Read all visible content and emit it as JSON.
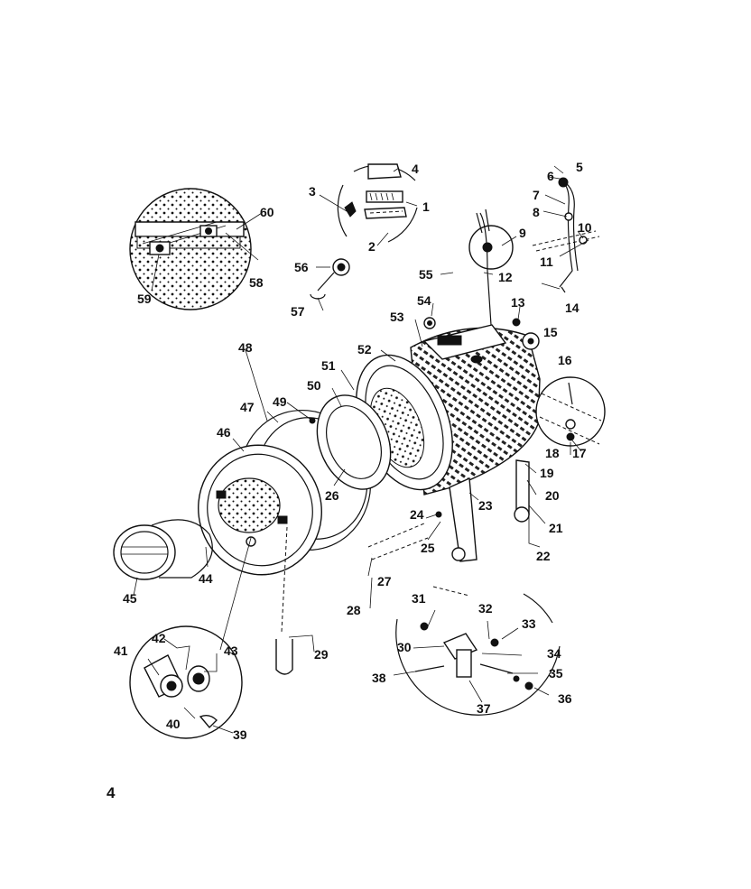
{
  "page_number": "4",
  "callouts": {
    "c1": "1",
    "c2": "2",
    "c3": "3",
    "c4": "4",
    "c5": "5",
    "c6": "6",
    "c7": "7",
    "c8": "8",
    "c9": "9",
    "c10": "10",
    "c11": "11",
    "c12": "12",
    "c13": "13",
    "c14": "14",
    "c15": "15",
    "c16": "16",
    "c17": "17",
    "c18": "18",
    "c19": "19",
    "c20": "20",
    "c21": "21",
    "c22": "22",
    "c23": "23",
    "c24": "24",
    "c25": "25",
    "c26": "26",
    "c27": "27",
    "c28": "28",
    "c29": "29",
    "c30": "30",
    "c31": "31",
    "c32": "32",
    "c33": "33",
    "c34": "34",
    "c35": "35",
    "c36": "36",
    "c37": "37",
    "c38": "38",
    "c39": "39",
    "c40": "40",
    "c41": "41",
    "c42": "42",
    "c43": "43",
    "c44": "44",
    "c45": "45",
    "c46": "46",
    "c47": "47",
    "c48": "48",
    "c49": "49",
    "c50": "50",
    "c51": "51",
    "c52": "52",
    "c53": "53",
    "c54": "54",
    "c55": "55",
    "c56": "56",
    "c57": "57",
    "c58": "58",
    "c59": "59",
    "c60": "60"
  }
}
